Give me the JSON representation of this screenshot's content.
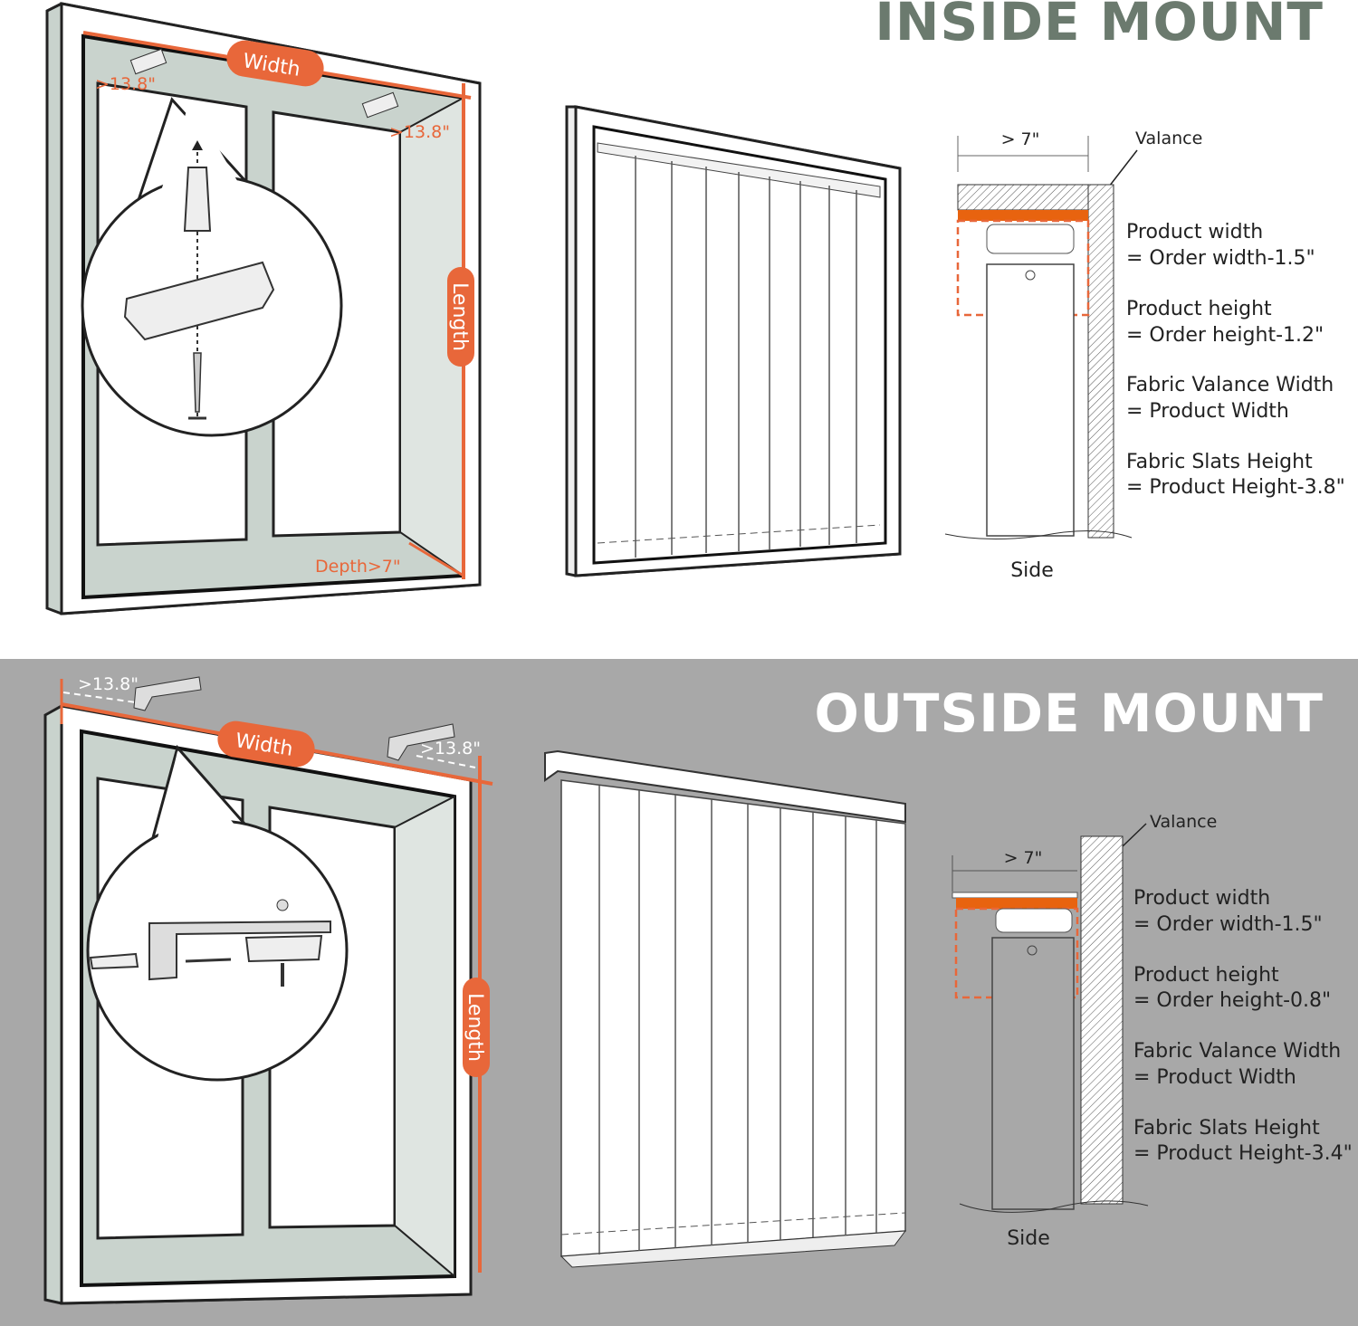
{
  "inside": {
    "title": "INSIDE MOUNT",
    "width_label": "Width",
    "length_label": "Length",
    "bracket_left": ">13.8\"",
    "bracket_right": ">13.8\"",
    "depth_label": "Depth>7\"",
    "side_depth": "> 7\"",
    "valance_label": "Valance",
    "side_label": "Side",
    "specs": [
      {
        "line1": "Product width",
        "line2": "= Order width-1.5\""
      },
      {
        "line1": "Product height",
        "line2": "= Order height-1.2\""
      },
      {
        "line1": "Fabric Valance Width",
        "line2": "= Product Width"
      },
      {
        "line1": "Fabric Slats Height",
        "line2": "= Product Height-3.8\""
      }
    ]
  },
  "outside": {
    "title": "OUTSIDE MOUNT",
    "width_label": "Width",
    "length_label": "Length",
    "bracket_left": ">13.8\"",
    "bracket_right": ">13.8\"",
    "side_depth": "> 7\"",
    "valance_label": "Valance",
    "side_label": "Side",
    "specs": [
      {
        "line1": "Product width",
        "line2": "= Order width-1.5\""
      },
      {
        "line1": "Product height",
        "line2": "= Order height-0.8\""
      },
      {
        "line1": "Fabric Valance Width",
        "line2": "= Product Width"
      },
      {
        "line1": "Fabric Slats Height",
        "line2": "= Product Height-3.4\""
      }
    ]
  },
  "colors": {
    "accent": "#e8673a",
    "title_inside": "#6b7a6e",
    "bottom_bg": "#a8a8a8",
    "frame": "#c9d3cd"
  }
}
